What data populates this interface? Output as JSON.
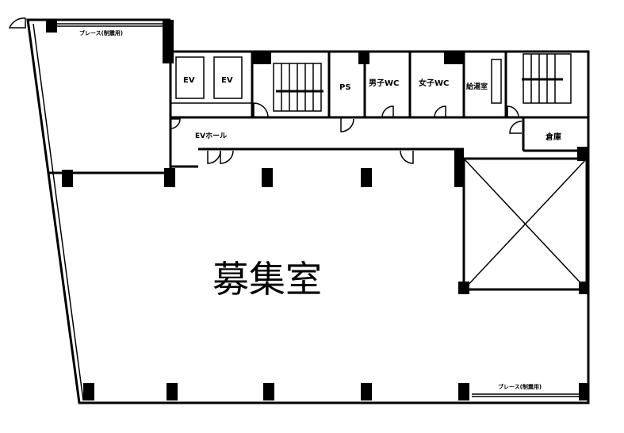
{
  "plan": {
    "vacancy_label": "募集室",
    "brace_top": "ブレース(制震用)",
    "brace_bottom": "ブレース(制震用)",
    "rooms": {
      "ev1": "EV",
      "ev2": "EV",
      "ps": "PS",
      "mens_wc": "男子WC",
      "womens_wc": "女子WC",
      "kitchenette": "給湯室",
      "storage": "倉庫",
      "ev_hall": "EVホール"
    }
  }
}
